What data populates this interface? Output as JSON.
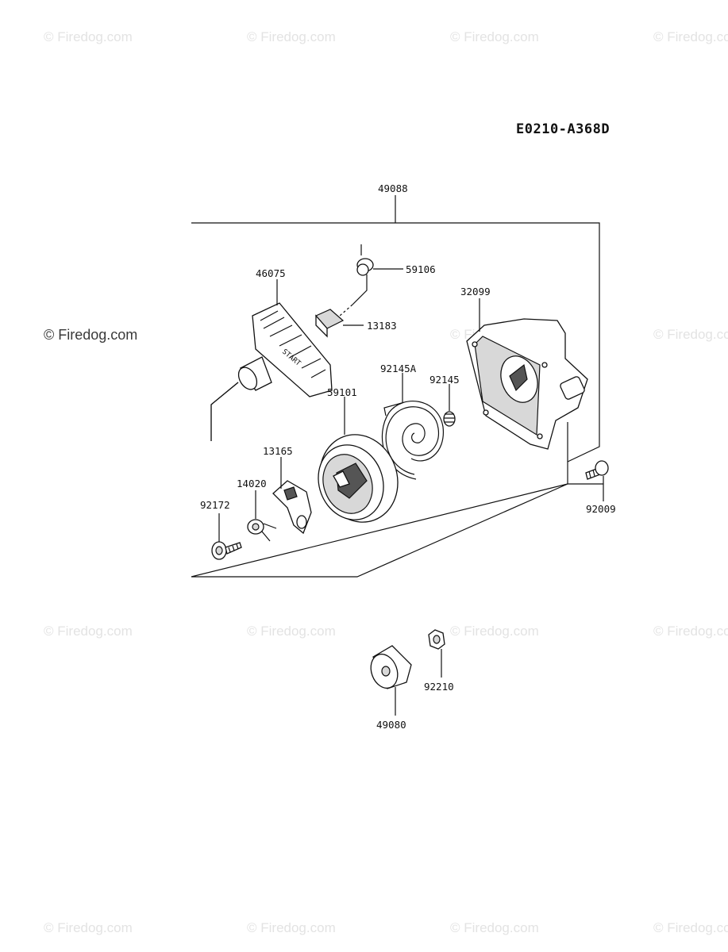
{
  "watermark": {
    "text": "© Firedog.com"
  },
  "diagram_code": "E0210-A368D",
  "parts": {
    "p49088": "49088",
    "p46075": "46075",
    "p59106": "59106",
    "p13183": "13183",
    "p32099": "32099",
    "p92145A": "92145A",
    "p92145": "92145",
    "p59101": "59101",
    "p13165": "13165",
    "p14020": "14020",
    "p92172": "92172",
    "p92009": "92009",
    "p92210": "92210",
    "p49080": "49080"
  },
  "handle_imprint": "START"
}
